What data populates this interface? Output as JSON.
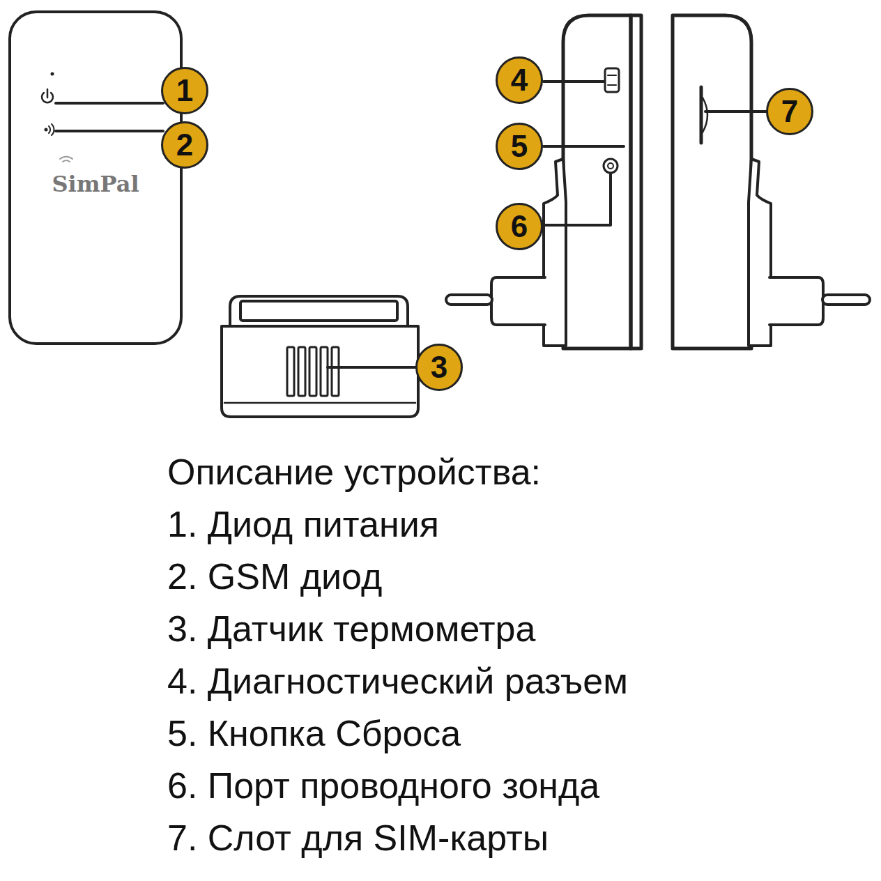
{
  "diagram": {
    "title": "Описание устройства:",
    "nodes": [
      {
        "text": [
          "SimPal"
        ]
      },
      {
        "text": [
          "1"
        ]
      },
      {
        "text": [
          "2"
        ]
      },
      {
        "text": [
          "3"
        ]
      },
      {
        "text": [
          "4"
        ]
      },
      {
        "text": [
          "5"
        ]
      },
      {
        "text": [
          "6"
        ]
      },
      {
        "text": [
          "7"
        ]
      }
    ],
    "labels": [
      "1. Диод питания",
      "2. GSM диод",
      "3. Датчик термометра",
      "4. Диагностический разъем",
      "5. Кнопка Сброса",
      "6. Порт проводного зонда",
      "7. Слот для SIM-карты"
    ]
  }
}
